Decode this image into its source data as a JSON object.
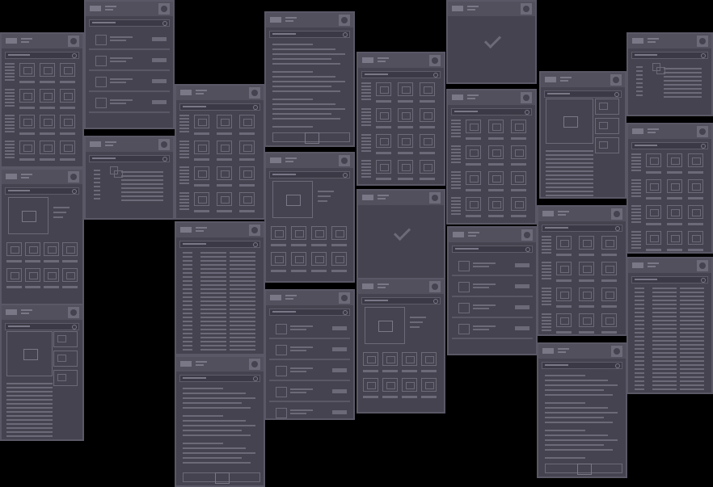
{
  "app": {
    "title": ""
  },
  "screens": [
    {
      "id": "s1",
      "variant": "grid"
    },
    {
      "id": "s2",
      "variant": "list"
    },
    {
      "id": "s3",
      "variant": "article"
    },
    {
      "id": "s4",
      "variant": "grid"
    },
    {
      "id": "s5",
      "variant": "check"
    },
    {
      "id": "s6",
      "variant": "detail"
    },
    {
      "id": "s7",
      "variant": "profile"
    },
    {
      "id": "s8",
      "variant": "grid"
    },
    {
      "id": "s9",
      "variant": "profile"
    },
    {
      "id": "s10",
      "variant": "grid"
    },
    {
      "id": "s11",
      "variant": "hero-grid"
    },
    {
      "id": "s12",
      "variant": "check"
    },
    {
      "id": "s13",
      "variant": "list"
    },
    {
      "id": "s14",
      "variant": "grid"
    },
    {
      "id": "s15",
      "variant": "grid"
    },
    {
      "id": "s16",
      "variant": "hero-grid"
    },
    {
      "id": "s17",
      "variant": "text"
    },
    {
      "id": "s18",
      "variant": "list"
    },
    {
      "id": "s19",
      "variant": "hero-grid"
    },
    {
      "id": "s20",
      "variant": "detail"
    },
    {
      "id": "s21",
      "variant": "article"
    },
    {
      "id": "s22",
      "variant": "article"
    },
    {
      "id": "s23",
      "variant": "text"
    }
  ],
  "colors": {
    "background": "#000000",
    "panel": "#45434f",
    "stroke": "#6c6a78"
  }
}
